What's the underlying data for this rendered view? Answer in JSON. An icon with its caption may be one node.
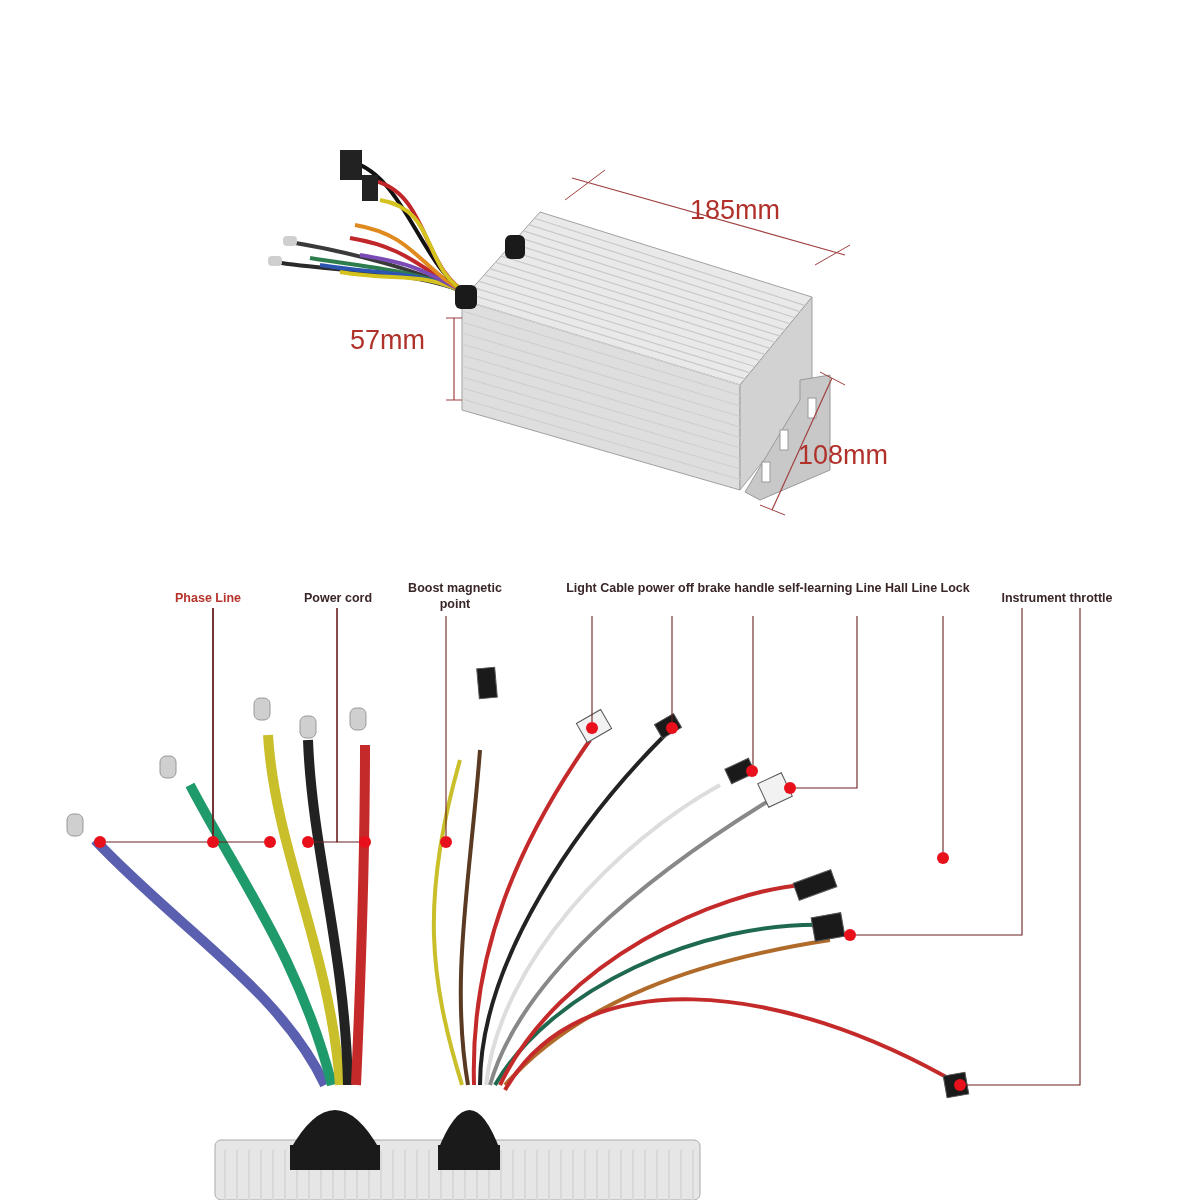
{
  "diagram": {
    "nodes": [
      {
        "text": [
          "Phase Line"
        ]
      },
      {
        "text": [
          "Power cord"
        ]
      },
      {
        "text": [
          "Boost magnetic point"
        ]
      },
      {
        "text": [
          "Light Cable power off brake handle self-learning Line Hall Line Lock"
        ]
      },
      {
        "text": [
          "Instrument throttle"
        ]
      },
      {
        "text": [],
        "shape": "circle"
      },
      {
        "text": [],
        "shape": "circle"
      },
      {
        "text": [],
        "shape": "circle"
      },
      {
        "text": [],
        "shape": "circle"
      },
      {
        "text": [],
        "shape": "circle"
      },
      {
        "text": [],
        "shape": "circle"
      },
      {
        "text": [],
        "shape": "circle"
      },
      {
        "text": [],
        "shape": "circle"
      },
      {
        "text": [],
        "shape": "circle"
      },
      {
        "text": [],
        "shape": "circle"
      },
      {
        "text": [],
        "shape": "circle"
      },
      {
        "text": [],
        "shape": "circle"
      },
      {
        "text": [],
        "shape": "circle"
      }
    ],
    "edges": [
      {
        "from": 0,
        "to": 5,
        "arrow": "none"
      },
      {
        "from": 0,
        "to": 6,
        "arrow": "none"
      },
      {
        "from": 0,
        "to": 7,
        "arrow": "none"
      },
      {
        "from": 1,
        "to": 8,
        "arrow": "none"
      },
      {
        "from": 1,
        "to": 9,
        "arrow": "none"
      },
      {
        "from": 2,
        "to": 10,
        "arrow": "none"
      },
      {
        "from": 3,
        "to": 11,
        "arrow": "none"
      },
      {
        "from": 3,
        "to": 12,
        "arrow": "none"
      },
      {
        "from": 3,
        "to": 13,
        "arrow": "none"
      },
      {
        "from": 3,
        "to": 14,
        "arrow": "none"
      },
      {
        "from": 3,
        "to": 15,
        "arrow": "none"
      },
      {
        "from": 4,
        "to": 16,
        "arrow": "none"
      },
      {
        "from": 4,
        "to": 17,
        "arrow": "none"
      }
    ],
    "labels": [
      "185mm",
      "57mm",
      "108mm"
    ]
  }
}
